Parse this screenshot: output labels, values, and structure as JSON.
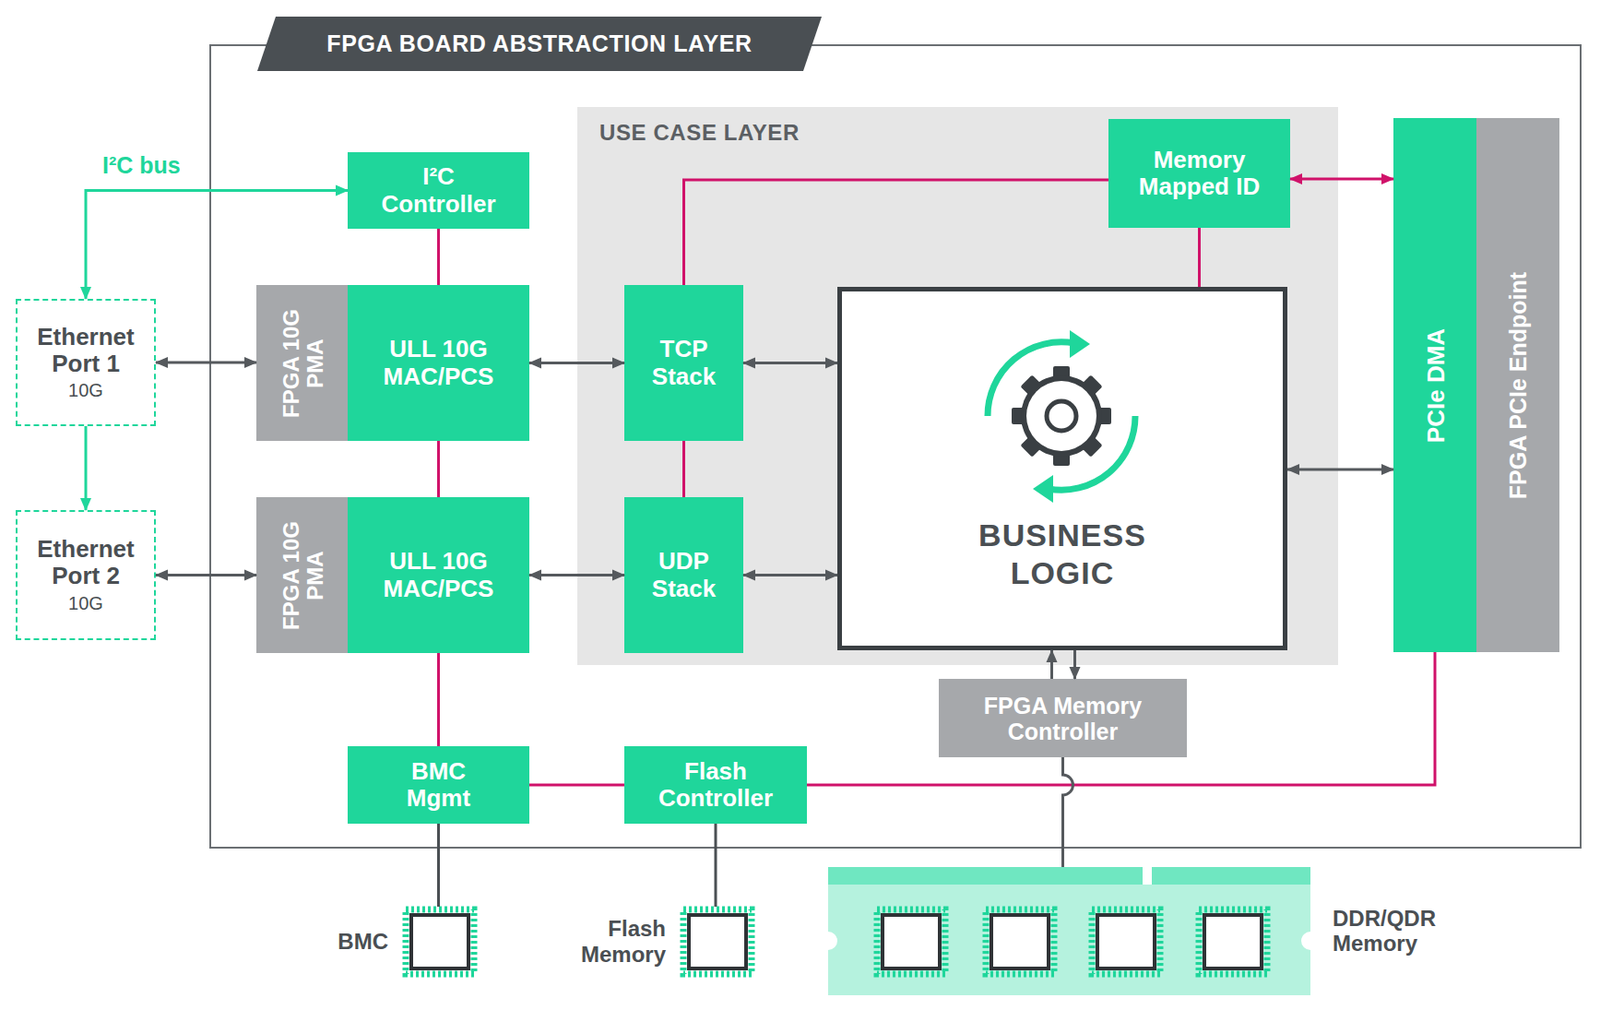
{
  "diagram": {
    "nodes": [
      {
        "text": [
          "FPGA BOARD ABSTRACTION LAYER"
        ]
      },
      {
        "text": [
          "Ethernet Port 1",
          "10G"
        ]
      },
      {
        "text": [
          "I²C Controller"
        ],
        "in": 0
      },
      {
        "text": [
          "USE CASE LAYER"
        ],
        "in": 0
      },
      {
        "text": [
          "Memory Mapped ID"
        ],
        "in": 3
      },
      {
        "text": [
          "FPGA 10G PMA"
        ],
        "in": 0
      },
      {
        "text": [
          "ULL 10G MAC/PCS"
        ],
        "in": 0
      },
      {
        "text": [
          "TCP Stack"
        ],
        "in": 3
      },
      {
        "text": [
          "BUSINESS LOGIC"
        ],
        "in": 3
      },
      {
        "text": [
          "PCIe DMA"
        ],
        "in": 0
      },
      {
        "text": [
          "FPGA PCIe Endpoint"
        ],
        "in": 0
      },
      {
        "text": [
          "Ethernet Port 2",
          "10G"
        ]
      },
      {
        "text": [
          "FPGA 10G PMA"
        ],
        "in": 0
      },
      {
        "text": [
          "ULL 10G MAC/PCS"
        ],
        "in": 0
      },
      {
        "text": [
          "UDP Stack"
        ],
        "in": 3
      },
      {
        "text": [
          "FPGA Memory Controller"
        ],
        "in": 0
      },
      {
        "text": [
          "BMC Mgmt"
        ],
        "in": 0
      },
      {
        "text": [
          "Flash Controller"
        ],
        "in": 0
      },
      {
        "text": [
          "BMC"
        ]
      },
      {
        "text": [
          "Flash Memory"
        ]
      },
      {
        "text": [
          "DDR/QDR Memory"
        ]
      }
    ],
    "edges": [
      {
        "from": 1,
        "to": 2,
        "arrow": "both",
        "label": "I²C bus"
      },
      {
        "from": 1,
        "to": 11,
        "arrow": "to"
      },
      {
        "from": 1,
        "to": 5,
        "arrow": "both"
      },
      {
        "from": 11,
        "to": 12,
        "arrow": "both"
      },
      {
        "from": 2,
        "to": 6,
        "arrow": "none"
      },
      {
        "from": 6,
        "to": 13,
        "arrow": "none"
      },
      {
        "from": 6,
        "to": 7,
        "arrow": "both"
      },
      {
        "from": 13,
        "to": 14,
        "arrow": "both"
      },
      {
        "from": 7,
        "to": 4,
        "arrow": "none"
      },
      {
        "from": 7,
        "to": 14,
        "arrow": "none"
      },
      {
        "from": 7,
        "to": 8,
        "arrow": "both"
      },
      {
        "from": 14,
        "to": 8,
        "arrow": "both"
      },
      {
        "from": 4,
        "to": 8,
        "arrow": "none"
      },
      {
        "from": 4,
        "to": 9,
        "arrow": "both"
      },
      {
        "from": 8,
        "to": 9,
        "arrow": "both"
      },
      {
        "from": 15,
        "to": 8,
        "arrow": "to"
      },
      {
        "from": 8,
        "to": 15,
        "arrow": "to"
      },
      {
        "from": 13,
        "to": 16,
        "arrow": "none"
      },
      {
        "from": 16,
        "to": 17,
        "arrow": "none"
      },
      {
        "from": 17,
        "to": 9,
        "arrow": "none"
      },
      {
        "from": 16,
        "to": 18,
        "arrow": "none"
      },
      {
        "from": 17,
        "to": 19,
        "arrow": "none"
      },
      {
        "from": 15,
        "to": 20,
        "arrow": "none"
      }
    ]
  }
}
